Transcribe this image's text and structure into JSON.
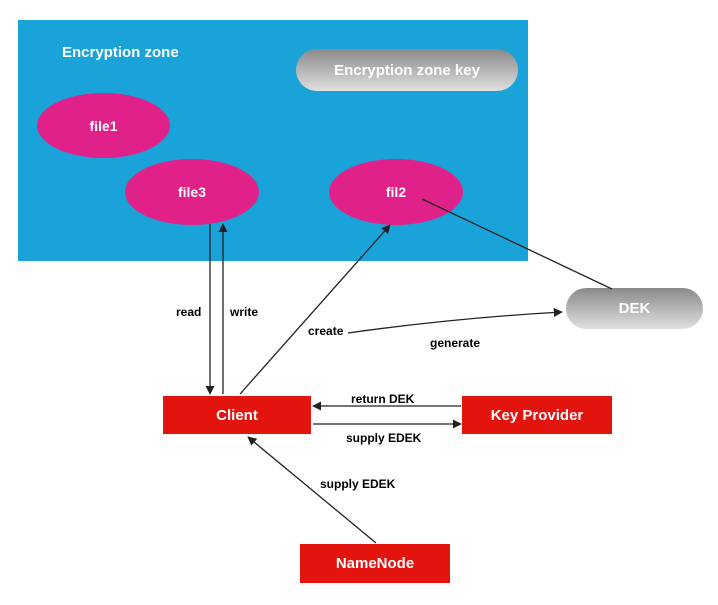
{
  "colors": {
    "zone": "#1aa3d9",
    "file": "#e0218a",
    "node": "#e3130e",
    "pill_top": "#8a8a8a",
    "pill_bottom": "#e0e0e0",
    "arrow": "#222222"
  },
  "encryption_zone": {
    "title": "Encryption zone",
    "key_label": "Encryption zone key"
  },
  "files": {
    "file1": "file1",
    "file3": "file3",
    "fil2": "fil2"
  },
  "dek": {
    "label": "DEK"
  },
  "nodes": {
    "client": "Client",
    "key_provider": "Key Provider",
    "namenode": "NameNode"
  },
  "edges": {
    "read": "read",
    "write": "write",
    "create": "create",
    "generate": "generate",
    "return_dek": "return DEK",
    "supply_edek_keyprovider": "supply EDEK",
    "supply_edek_namenode": "supply EDEK"
  }
}
